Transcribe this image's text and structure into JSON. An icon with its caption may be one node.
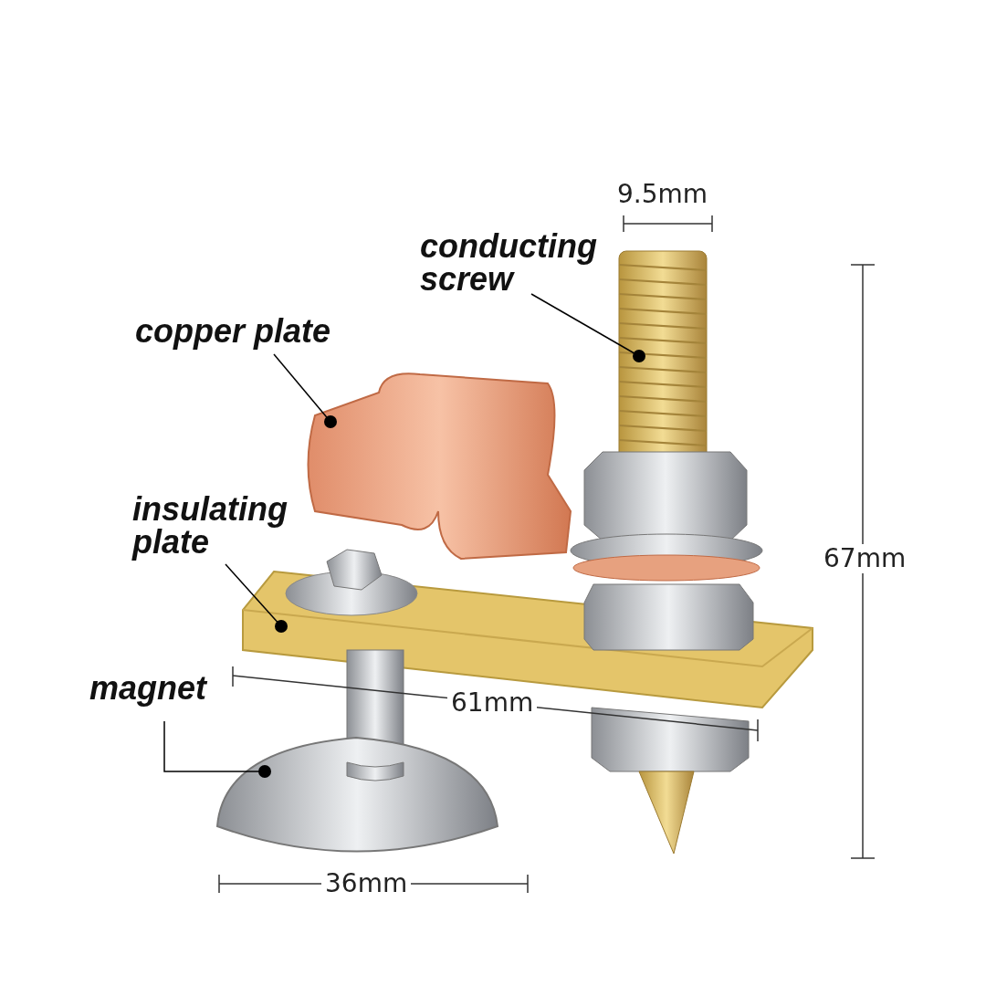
{
  "diagram": {
    "nodes": [
      {
        "text": [
          "conducting screw"
        ]
      },
      {
        "text": [],
        "shape": "picture"
      },
      {
        "text": [
          "copper plate"
        ]
      },
      {
        "text": [],
        "shape": "picture"
      },
      {
        "text": [
          "insulating plate"
        ]
      },
      {
        "text": [],
        "shape": "picture"
      },
      {
        "text": [
          "magnet"
        ]
      },
      {
        "text": [],
        "shape": "picture"
      }
    ],
    "edges": [
      {
        "from": 0,
        "to": 1,
        "arrow": "other"
      },
      {
        "from": 2,
        "to": 3,
        "arrow": "other"
      },
      {
        "from": 4,
        "to": 5,
        "arrow": "other"
      },
      {
        "from": 6,
        "to": 7,
        "arrow": "other"
      }
    ],
    "labels": [
      "9.5mm",
      "67mm",
      "61mm",
      "36mm"
    ]
  }
}
